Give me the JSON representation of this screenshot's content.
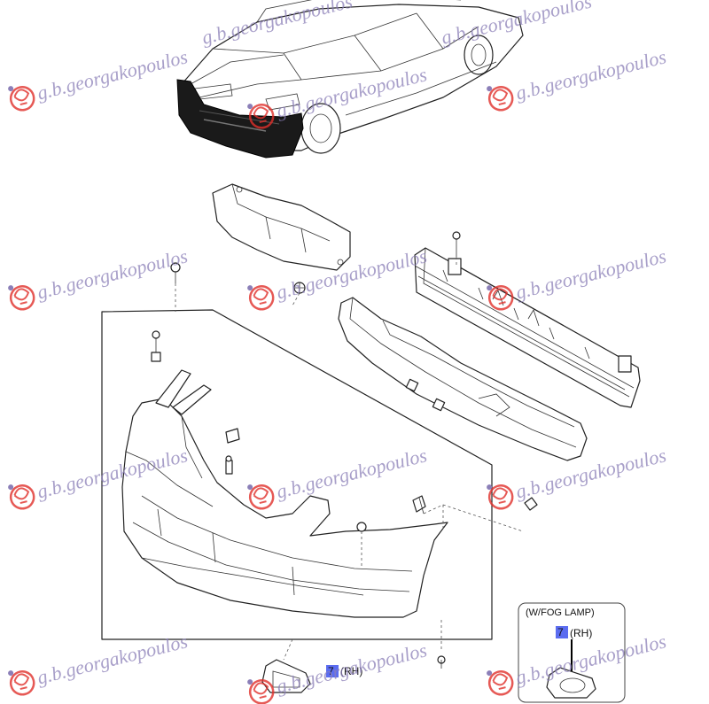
{
  "watermark": {
    "text": "g.b.georgakopoulos",
    "color": "#8b7fb8",
    "logo_color": "#e0302a"
  },
  "callouts": {
    "fog_lamp_box_title": "(W/FOG LAMP)",
    "fog_lamp_rh": "(RH)",
    "bezel_rh": "(RH)",
    "marker_number": "7",
    "marker_color": "#5b6cf0"
  },
  "icons": [
    "logo-emblem-icon"
  ]
}
